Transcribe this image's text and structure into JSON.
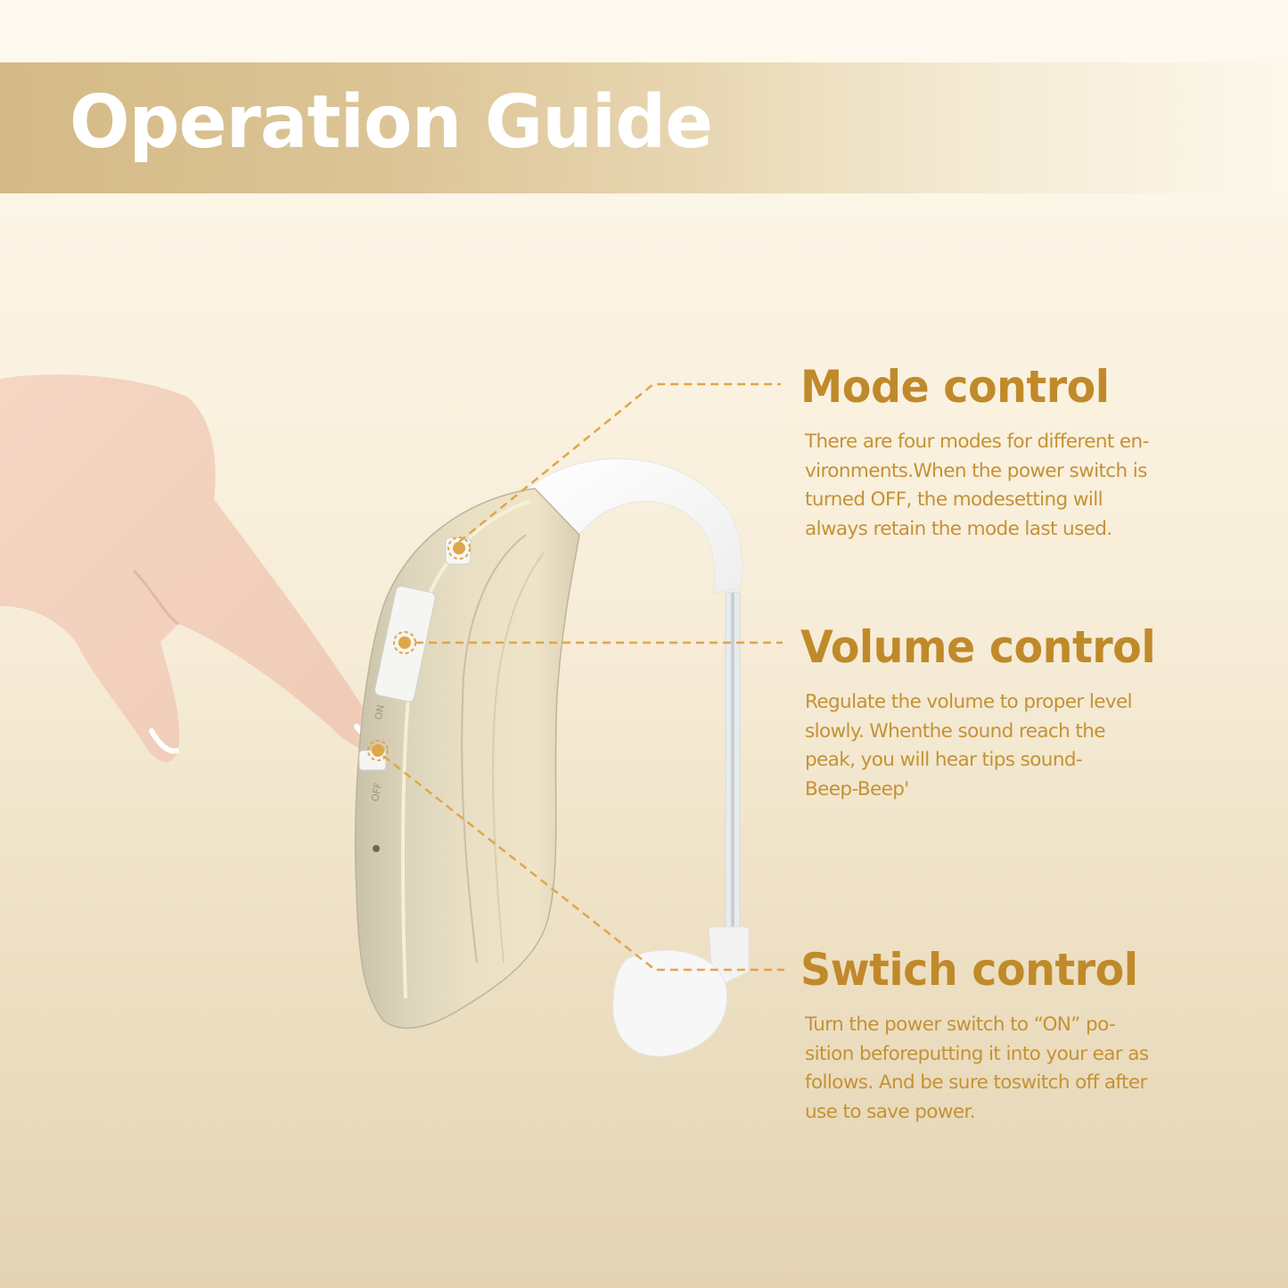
{
  "header": {
    "title": "Operation Guide"
  },
  "colors": {
    "banner_start": "#d4ba86",
    "banner_end": "#fdf8ec",
    "title_text": "#ffffff",
    "accent_gold": "#c08a2a",
    "body_text": "#c49234",
    "leader_line": "#dfa64a",
    "background_top": "#fefaf0",
    "background_bottom": "#e4d4b4"
  },
  "device": {
    "label_on": "ON",
    "label_off": "OFF"
  },
  "callouts": [
    {
      "id": "mode",
      "title": "Mode control",
      "lines": [
        "There are four modes for different en-",
        "vironments.When the power switch is",
        "turned OFF, the modesetting will",
        "always retain the mode last used."
      ]
    },
    {
      "id": "volume",
      "title": "Volume control",
      "lines": [
        "Regulate the volume to proper level",
        "slowly. Whenthe sound reach the",
        "peak, you will hear tips sound-",
        "Beep-Beep'"
      ]
    },
    {
      "id": "switch",
      "title": "Swtich control",
      "lines": [
        "Turn the power switch to “ON” po-",
        "sition beforeputting it into your ear as",
        "follows. And be sure toswitch off after",
        "use to save power."
      ]
    }
  ]
}
